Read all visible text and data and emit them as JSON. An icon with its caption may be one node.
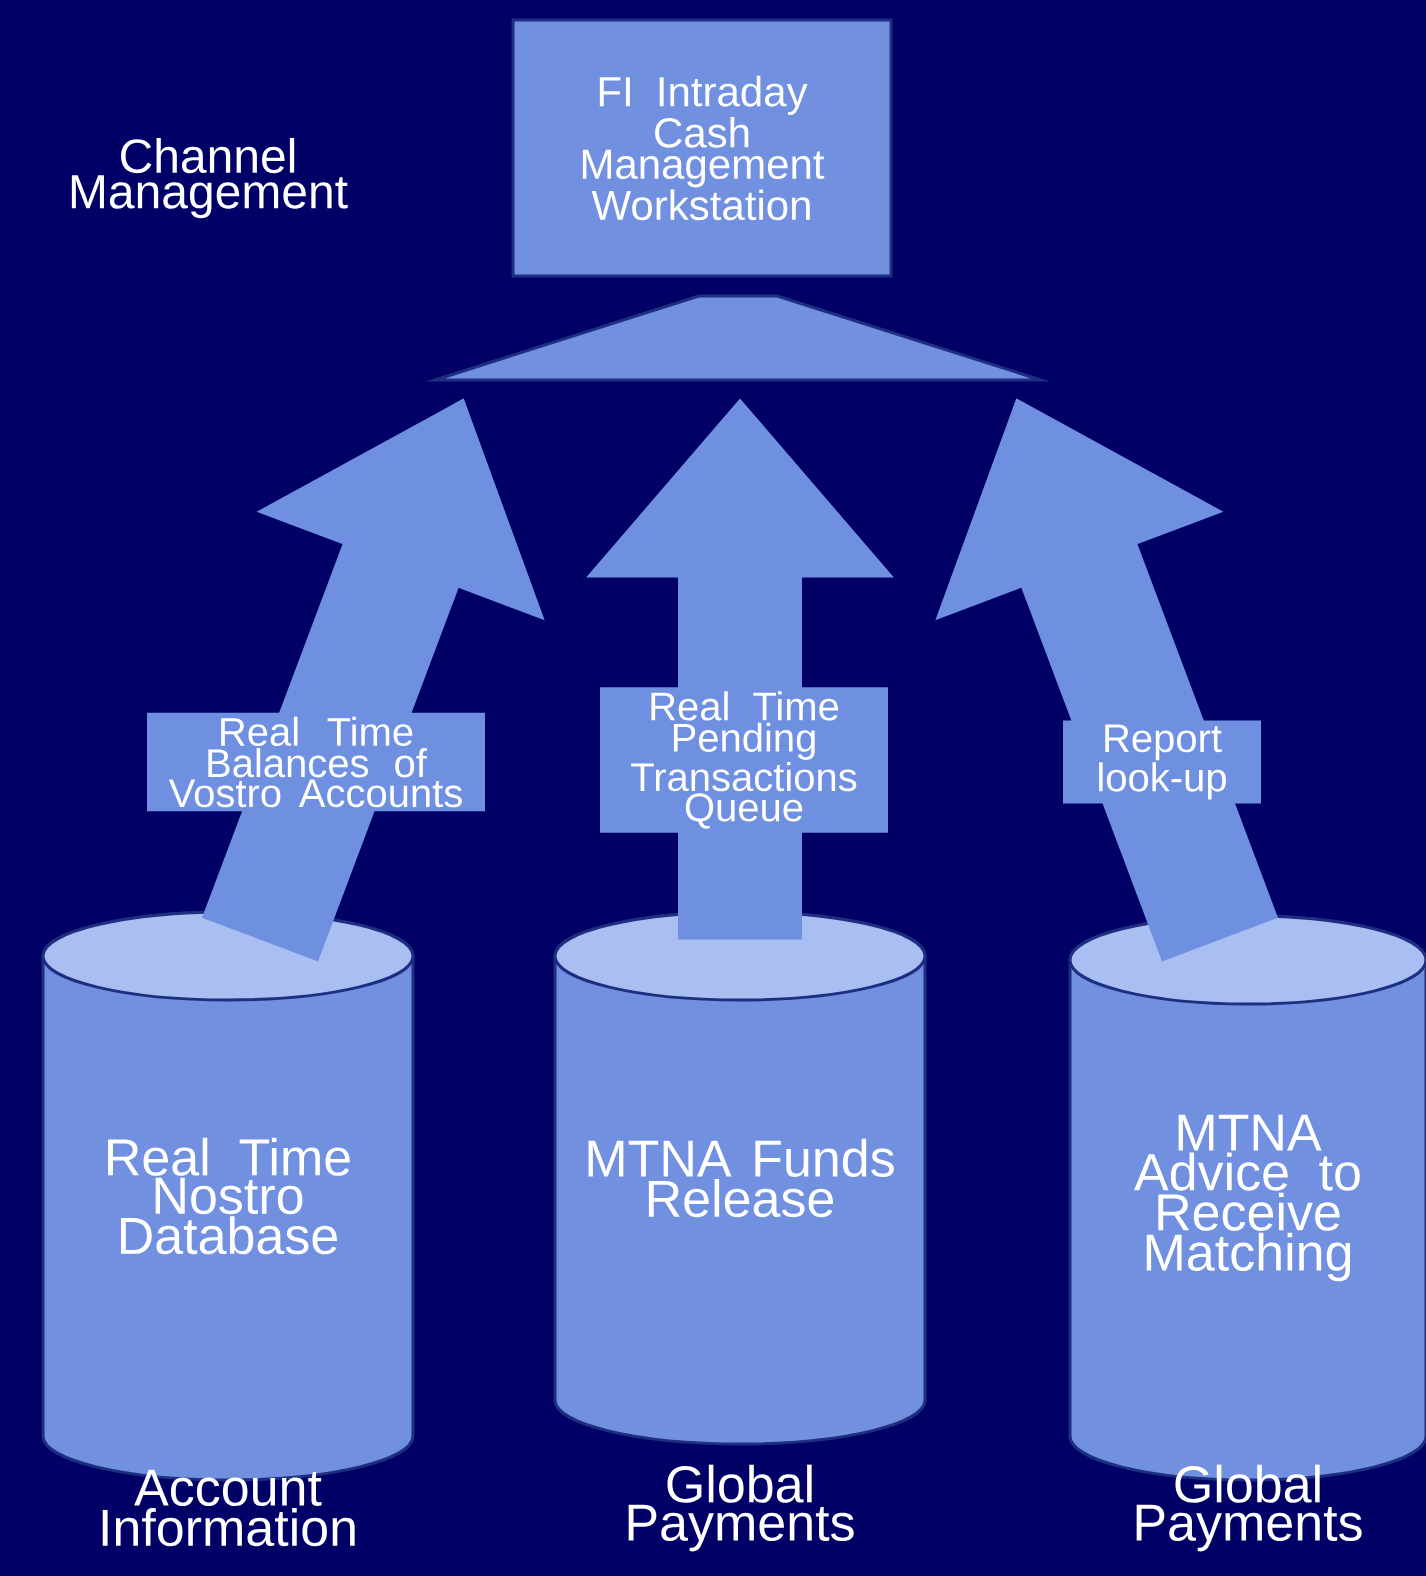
{
  "diagram": {
    "nodes": [
      {
        "text": [
          "FI Intraday Cash Management Workstation"
        ]
      },
      {
        "text": [],
        "shape": "trapezoid"
      },
      {
        "text": [
          "Real Time Nostro Database"
        ],
        "beside": [
          "Account Information"
        ]
      },
      {
        "text": [
          "MTNA Funds Release"
        ],
        "beside": [
          "Global Payments"
        ]
      },
      {
        "text": [
          "MTNA Advice to Receive Matching"
        ],
        "beside": [
          "Global Payments"
        ]
      }
    ],
    "edges": [
      {
        "from": 2,
        "to": 1,
        "arrow": "to",
        "label": "Real Time Balances of Vostro Accounts"
      },
      {
        "from": 3,
        "to": 1,
        "arrow": "to",
        "label": "Real Time Pending Transactions Queue"
      },
      {
        "from": 4,
        "to": 1,
        "arrow": "to",
        "label": "Report look-up"
      }
    ],
    "labels": [
      "Channel Management"
    ]
  }
}
